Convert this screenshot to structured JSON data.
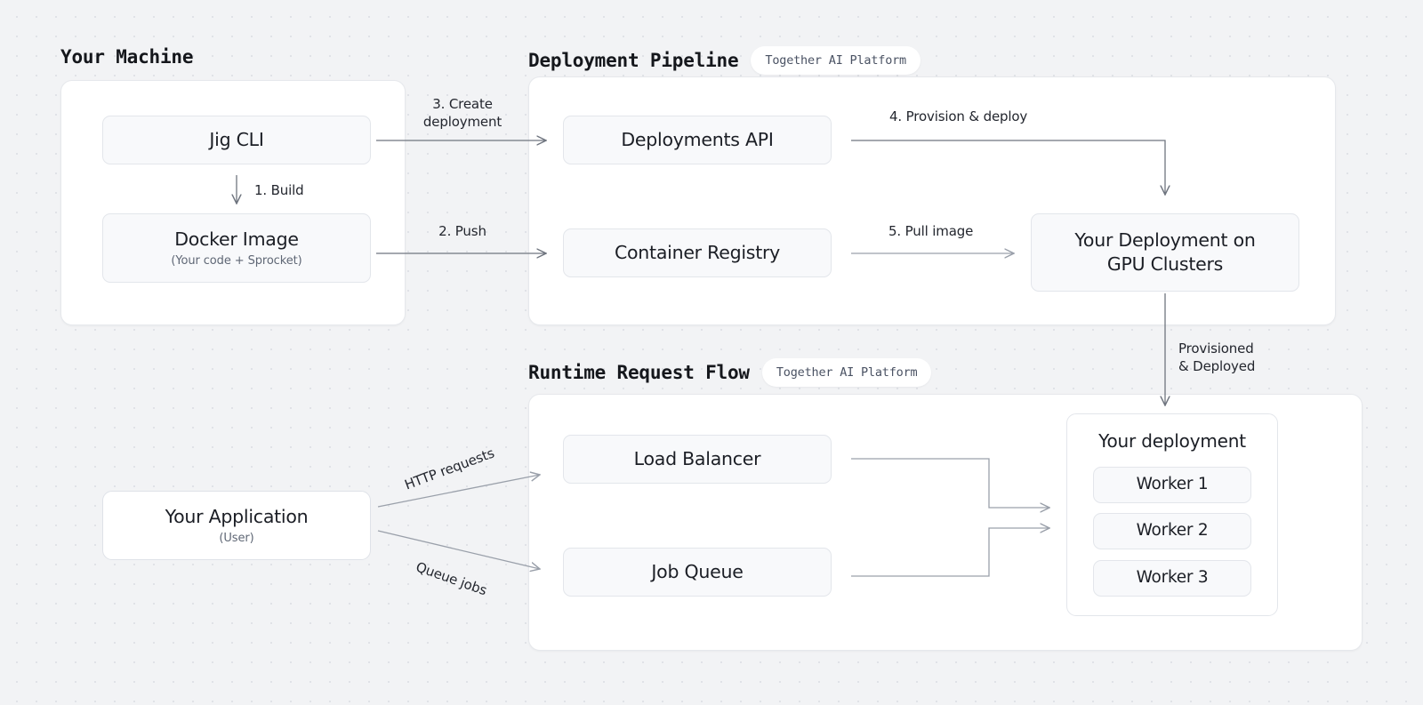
{
  "sections": [
    {
      "id": "your-machine",
      "title": "Your Machine",
      "badge": null
    },
    {
      "id": "deployment-pipeline",
      "title": "Deployment Pipeline",
      "badge": "Together AI Platform"
    },
    {
      "id": "runtime-request-flow",
      "title": "Runtime Request Flow",
      "badge": "Together AI Platform"
    }
  ],
  "nodes": {
    "jig_cli": {
      "label": "Jig CLI"
    },
    "docker_image": {
      "label": "Docker Image",
      "sub": "(Your code + Sprocket)"
    },
    "deployments_api": {
      "label": "Deployments API"
    },
    "container_registry": {
      "label": "Container Registry"
    },
    "gpu_deployment": {
      "line1": "Your Deployment on",
      "line2": "GPU Clusters"
    },
    "your_application": {
      "label": "Your Application",
      "sub": "(User)"
    },
    "load_balancer": {
      "label": "Load Balancer"
    },
    "job_queue": {
      "label": "Job Queue"
    },
    "your_deployment_group": {
      "title": "Your deployment",
      "workers": [
        {
          "label": "Worker 1"
        },
        {
          "label": "Worker 2"
        },
        {
          "label": "Worker 3"
        }
      ]
    }
  },
  "edges": {
    "build": {
      "label": "1.  Build"
    },
    "push": {
      "label": "2. Push"
    },
    "create": {
      "line1": "3. Create",
      "line2": "deployment"
    },
    "provision": {
      "label": "4.  Provision & deploy"
    },
    "pull": {
      "label": "5. Pull image"
    },
    "provisioned": {
      "line1": "Provisioned",
      "line2": "& Deployed"
    },
    "http": {
      "label": "HTTP requests"
    },
    "queue": {
      "label": "Queue jobs"
    }
  },
  "colors": {
    "background": "#f2f3f5",
    "panel": "#ffffff",
    "node_fill": "#f8f9fb",
    "border": "#e3e6eb",
    "wire": "#9aa0aa",
    "text": "#1b1e25",
    "muted_text": "#5f6775"
  }
}
